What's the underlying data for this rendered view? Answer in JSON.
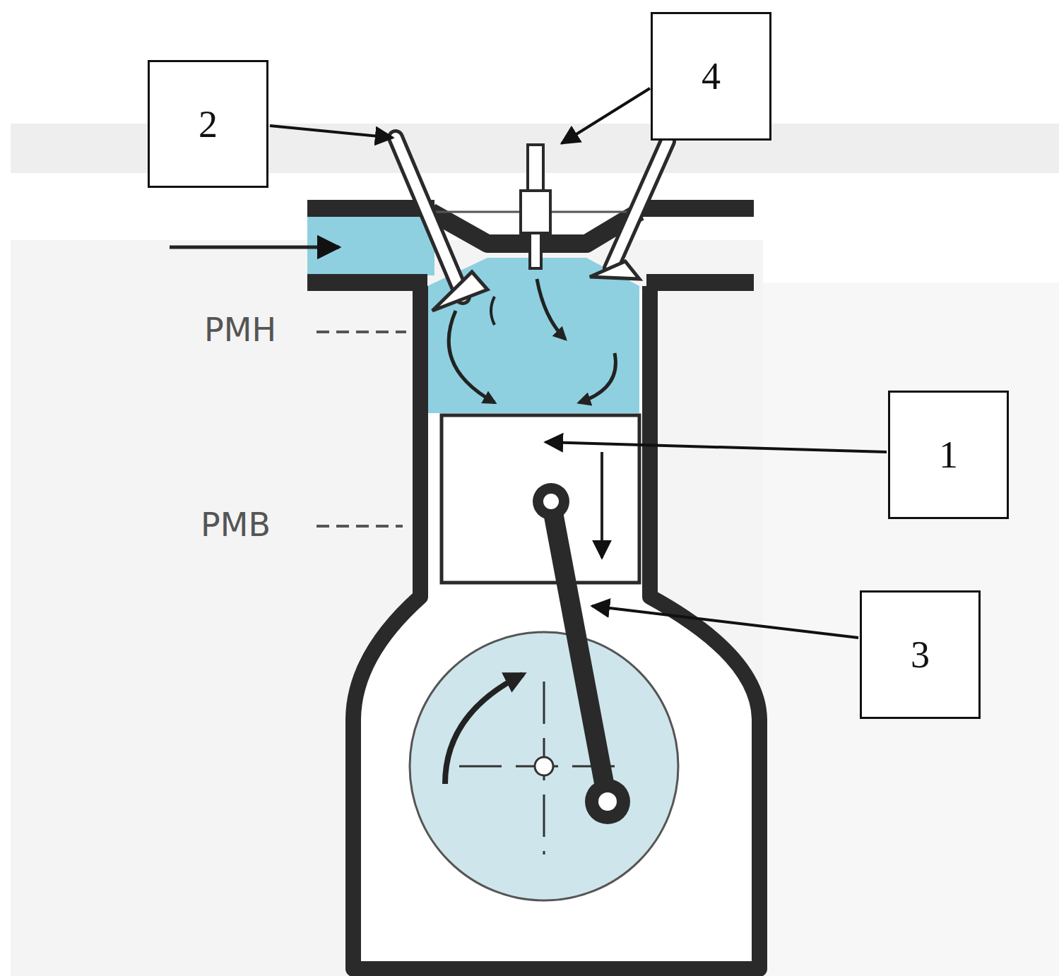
{
  "diagram": {
    "nodes": [
      {
        "text": [
          "2"
        ]
      },
      {
        "text": [
          "4"
        ]
      },
      {
        "text": [
          "1"
        ]
      },
      {
        "text": [
          "3"
        ]
      }
    ],
    "labels": [
      "PMH",
      "PMB"
    ]
  }
}
